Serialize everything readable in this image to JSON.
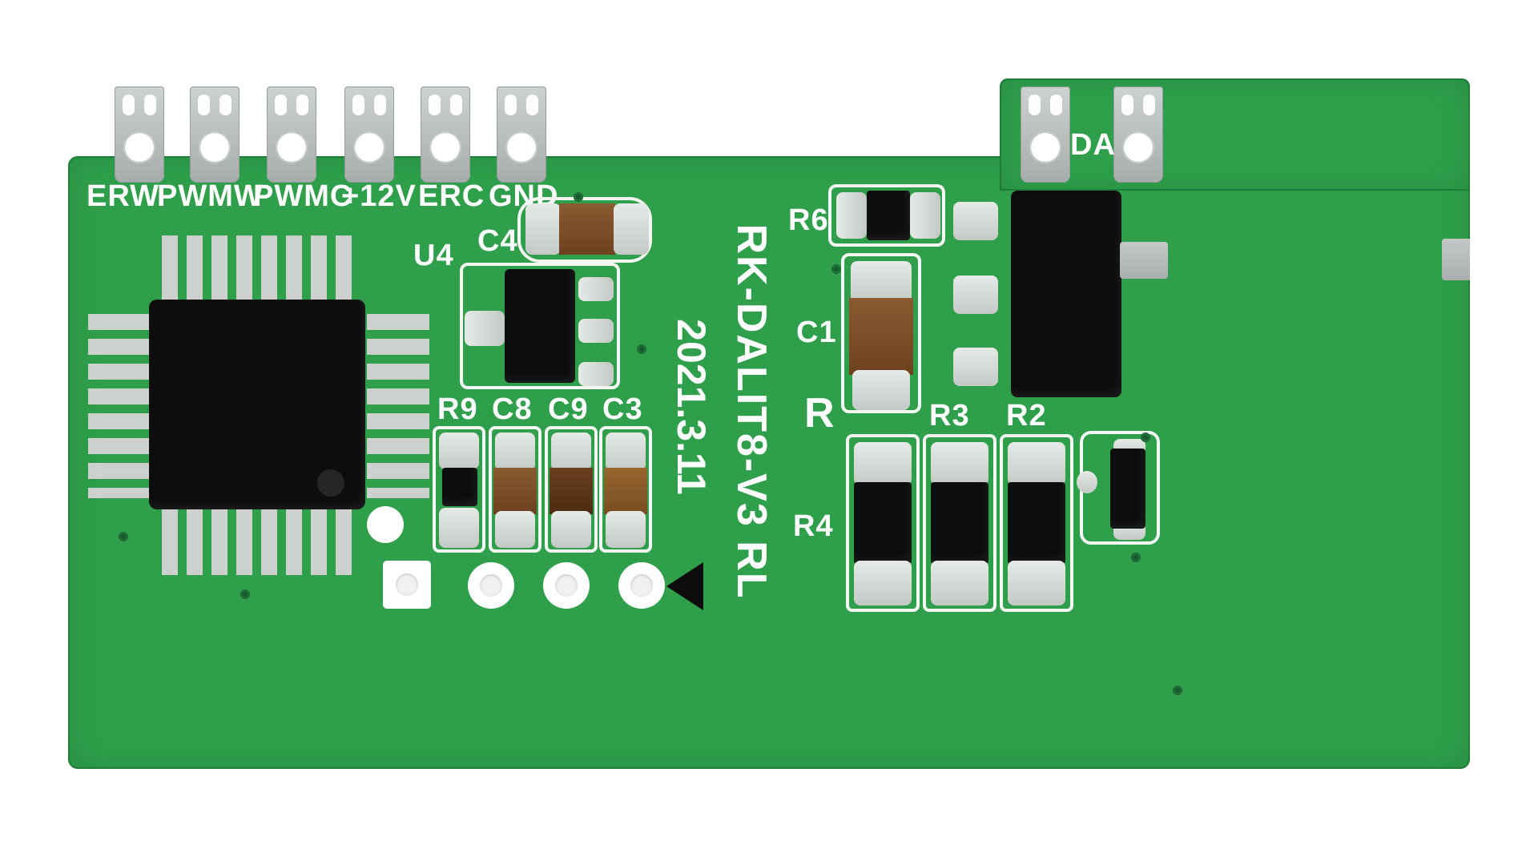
{
  "board": {
    "title": "RK-DALIT8-V3 RL",
    "date": "2021.3.11",
    "colors": {
      "pcb_green": "#2f9f4b",
      "silkscreen_white": "#f4f6f3",
      "pad_silver": "#ccd1ce",
      "chip_black": "#0d0d0d",
      "capacitor_brown": "#7a4b26",
      "connector_gray": "#b9bebd",
      "via_green": "#17582c"
    }
  },
  "connectors": {
    "left_labels": [
      "ERW",
      "PWMW",
      "PWMC",
      "+12V",
      "ERC",
      "GND"
    ],
    "right_label": "DA"
  },
  "components": {
    "u4": "U4",
    "c4": "C4",
    "r9": "R9",
    "c8": "C8",
    "c9": "C9",
    "c3": "C3",
    "r6": "R6",
    "c1": "C1",
    "r": "R",
    "r3": "R3",
    "r2": "R2",
    "r4": "R4"
  }
}
